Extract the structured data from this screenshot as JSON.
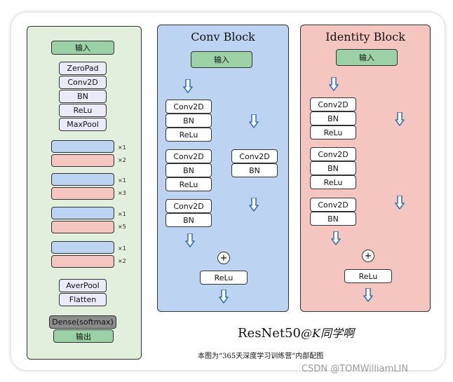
{
  "left_panel": {
    "input": "输入",
    "stem": [
      "ZeroPad",
      "Conv2D",
      "BN",
      "ReLu",
      "MaxPool"
    ],
    "stages": [
      {
        "conv_mult": "×1",
        "identity_mult": "×2"
      },
      {
        "conv_mult": "×1",
        "identity_mult": "×3"
      },
      {
        "conv_mult": "×1",
        "identity_mult": "×5"
      },
      {
        "conv_mult": "×1",
        "identity_mult": "×2"
      }
    ],
    "tail": [
      "AverPool",
      "Flatten"
    ],
    "dense": "Dense(softmax)",
    "output": "输出"
  },
  "conv_block": {
    "title": "Conv Block",
    "input": "输入",
    "groups": [
      [
        "Conv2D",
        "BN",
        "ReLu"
      ],
      [
        "Conv2D",
        "BN",
        "ReLu"
      ],
      [
        "Conv2D",
        "BN"
      ]
    ],
    "shortcut": [
      "Conv2D",
      "BN"
    ],
    "add": "+",
    "relu": "ReLu"
  },
  "identity_block": {
    "title": "Identity Block",
    "input": "输入",
    "groups": [
      [
        "Conv2D",
        "BN",
        "ReLu"
      ],
      [
        "Conv2D",
        "BN",
        "ReLu"
      ],
      [
        "Conv2D",
        "BN"
      ]
    ],
    "add": "+",
    "relu": "ReLu"
  },
  "caption": {
    "title": "ResNet50",
    "author": "@K同学啊",
    "note": "本图为“365天深度学习训练营”内部配图"
  },
  "watermark": "CSDN @TOMWilliamLIN",
  "colors": {
    "input_green": "#9bd1a4",
    "conv_blue": "#bcd3f2",
    "identity_pink": "#f4c6bf",
    "arrow": "#2e6db4"
  }
}
